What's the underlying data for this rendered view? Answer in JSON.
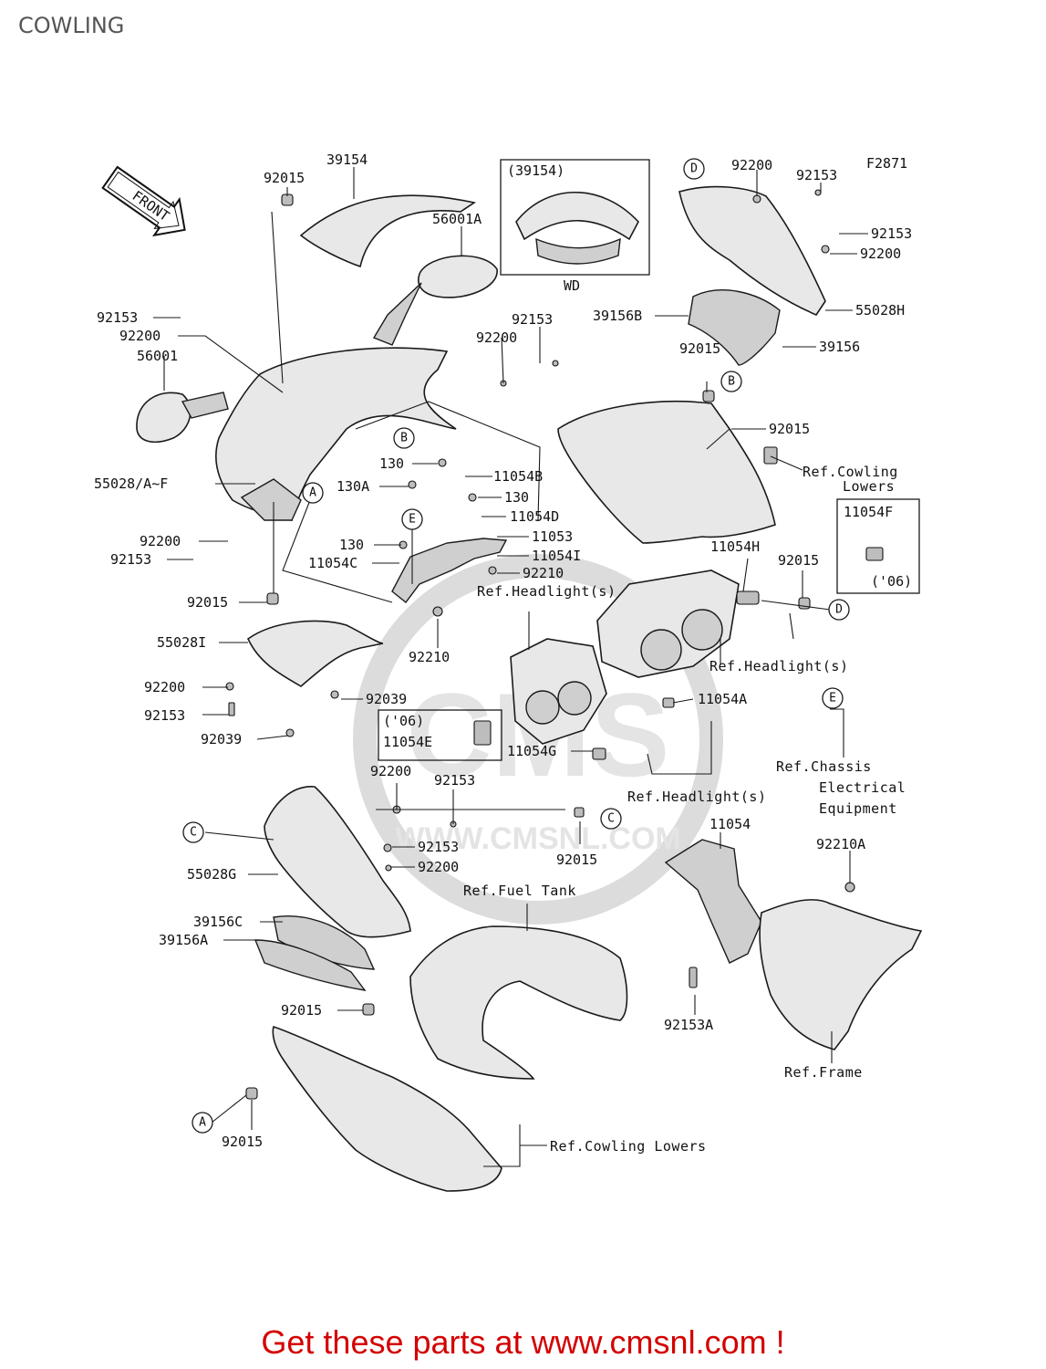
{
  "page": {
    "title": "COWLING"
  },
  "footer": {
    "promo": "Get these parts at www.cmsnl.com !"
  },
  "diagram": {
    "figure_id": "F2871",
    "front_marker": "FRONT",
    "inset_windshield": {
      "label": "(39154)",
      "variant": "WD"
    },
    "inset_11054F": {
      "part": "11054F",
      "year": "('06)"
    },
    "inset_11054E": {
      "part": "11054E",
      "year": "('06)"
    },
    "callouts": [
      "A",
      "B",
      "C",
      "D",
      "E"
    ],
    "labels": {
      "p39154": "39154",
      "p92015_top": "92015",
      "p56001A": "56001A",
      "p92153_l1": "92153",
      "p92200_l1": "92200",
      "p56001": "56001",
      "p92153_m1": "92153",
      "p92200_m1": "92200",
      "p55028AF": "55028/A~F",
      "p92200_l2": "92200",
      "p92153_l2": "92153",
      "p92015_l3": "92015",
      "p55028I": "55028I",
      "p92200_l4": "92200",
      "p92153_l4": "92153",
      "p92039_1": "92039",
      "p92039_2": "92039",
      "p130_1": "130",
      "p130A": "130A",
      "p11054B": "11054B",
      "p130_2": "130",
      "p11054D": "11054D",
      "p11053": "11053",
      "p130_3": "130",
      "p11054C": "11054C",
      "p11054I": "11054I",
      "p92210": "92210",
      "p92210_2": "92210",
      "p92200_tr": "92200",
      "p92153_tr1": "92153",
      "p92153_tr2": "92153",
      "p92200_tr2": "92200",
      "p55028H": "55028H",
      "p39156B": "39156B",
      "p39156": "39156",
      "p92015_r1": "92015",
      "p92015_r2": "92015",
      "p11054H": "11054H",
      "p92015_r3": "92015",
      "p11054A": "11054A",
      "p11054G": "11054G",
      "p92200_c": "92200",
      "p92153_c1": "92153",
      "p92153_c2": "92153",
      "p92200_c2": "92200",
      "p92015_c": "92015",
      "p55028G": "55028G",
      "p39156C": "39156C",
      "p39156A": "39156A",
      "p92015_lw": "92015",
      "p92015_bl": "92015",
      "p11054": "11054",
      "p92210A": "92210A",
      "p92153A": "92153A"
    },
    "refs": {
      "cowling_lowers_1a": "Ref.Cowling",
      "cowling_lowers_1b": "Lowers",
      "headlight_1": "Ref.Headlight(s)",
      "headlight_2": "Ref.Headlight(s)",
      "headlight_3": "Ref.Headlight(s)",
      "chassis_a": "Ref.Chassis",
      "chassis_b": "Electrical",
      "chassis_c": "Equipment",
      "fuel_tank": "Ref.Fuel Tank",
      "frame": "Ref.Frame",
      "cowling_lowers_2": "Ref.Cowling Lowers"
    },
    "watermark": "CMS",
    "watermark_url": "WWW.CMSNL.COM"
  }
}
